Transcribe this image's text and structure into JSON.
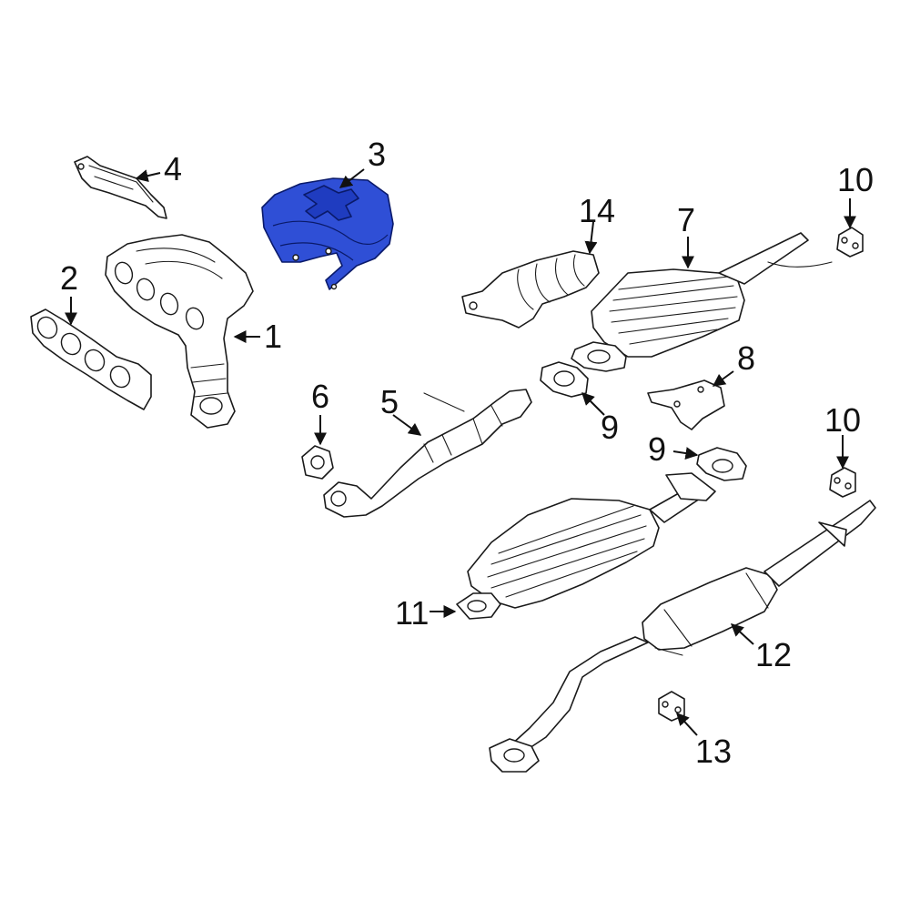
{
  "colors": {
    "highlight": "#2f4fd6",
    "line": "#1a1a1a",
    "background": "#ffffff"
  },
  "callouts": {
    "c1": "1",
    "c2": "2",
    "c3": "3",
    "c4": "4",
    "c5": "5",
    "c6": "6",
    "c7": "7",
    "c8": "8",
    "c9a": "9",
    "c9b": "9",
    "c10a": "10",
    "c10b": "10",
    "c11": "11",
    "c12": "12",
    "c13": "13",
    "c14": "14"
  }
}
